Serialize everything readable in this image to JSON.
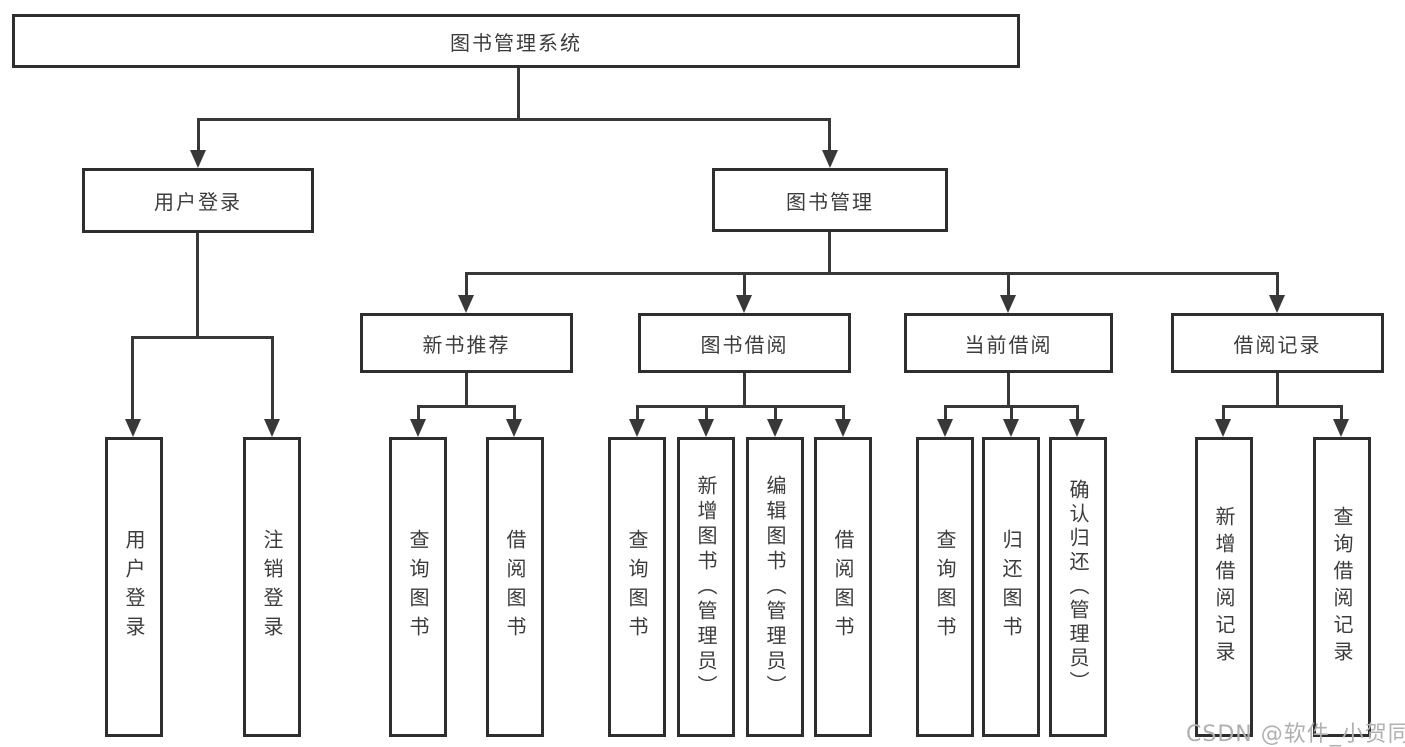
{
  "diagram": {
    "title": "图书管理系统",
    "colors": {
      "line": "#383838",
      "border": "#2e2e2e",
      "text": "#3c3c3c",
      "watermark": "#b0b0b0",
      "background": "#ffffff"
    },
    "root": {
      "label": "图书管理系统"
    },
    "level2": [
      {
        "label": "用户登录"
      },
      {
        "label": "图书管理"
      }
    ],
    "level3": [
      {
        "label": "新书推荐"
      },
      {
        "label": "图书借阅"
      },
      {
        "label": "当前借阅"
      },
      {
        "label": "借阅记录"
      }
    ],
    "leaves": [
      {
        "label": "用户登录",
        "parent": "用户登录"
      },
      {
        "label": "注销登录",
        "parent": "用户登录"
      },
      {
        "label": "查询图书",
        "parent": "新书推荐"
      },
      {
        "label": "借阅图书",
        "parent": "新书推荐"
      },
      {
        "label": "查询图书",
        "parent": "图书借阅"
      },
      {
        "label": "新增图书（管理员）",
        "parent": "图书借阅"
      },
      {
        "label": "编辑图书（管理员）",
        "parent": "图书借阅"
      },
      {
        "label": "借阅图书",
        "parent": "图书借阅"
      },
      {
        "label": "查询图书",
        "parent": "当前借阅"
      },
      {
        "label": "归还图书",
        "parent": "当前借阅"
      },
      {
        "label": "确认归还（管理员）",
        "parent": "当前借阅"
      },
      {
        "label": "新增借阅记录",
        "parent": "借阅记录"
      },
      {
        "label": "查询借阅记录",
        "parent": "借阅记录"
      }
    ],
    "watermark": "CSDN @软件_小贺同学"
  }
}
